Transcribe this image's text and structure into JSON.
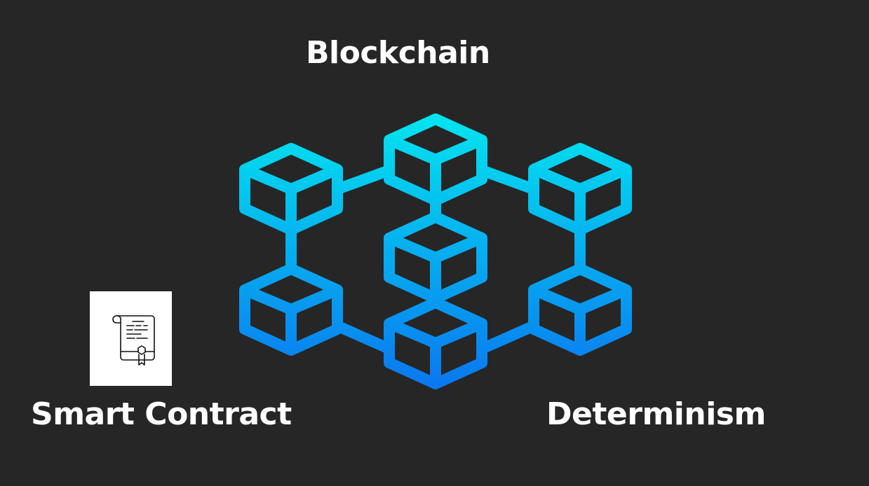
{
  "slide": {
    "title_blockchain": "Blockchain",
    "label_smart_contract": "Smart Contract",
    "label_determinism": "Determinism"
  },
  "icons": {
    "contract": "contract-scroll-icon",
    "blockchain": "blockchain-network-icon"
  },
  "colors": {
    "background": "#262626",
    "gradient_top": "#00e6ef",
    "gradient_bottom": "#0a78f0",
    "text": "#ffffff"
  }
}
